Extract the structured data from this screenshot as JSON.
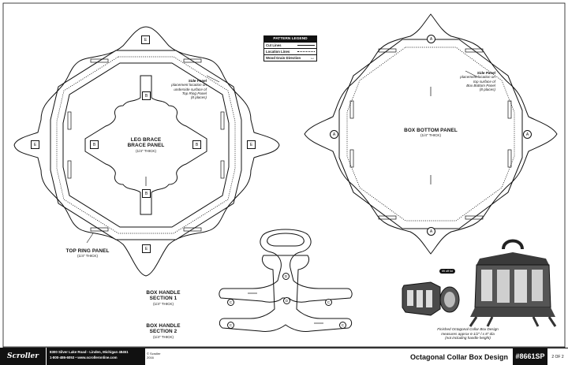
{
  "legend": {
    "title": "PATTERN LEGEND",
    "rows": [
      "Cut Lines",
      "Location Lines",
      "Wood Grain Direction"
    ]
  },
  "parts": {
    "leg_brace": {
      "title1": "LEG BRACE",
      "title2": "BRACE PANEL",
      "thickness": "(1/4\" THICK)"
    },
    "top_ring": {
      "title": "TOP RING PANEL",
      "thickness": "(1/4\" THICK)"
    },
    "box_bottom": {
      "title": "BOX BOTTOM PANEL",
      "thickness": "(1/4\" THICK)"
    },
    "handle1": {
      "title1": "BOX HANDLE",
      "title2": "SECTION 1",
      "thickness": "(1/4\" THICK)"
    },
    "handle2": {
      "title1": "BOX HANDLE",
      "title2": "SECTION 2",
      "thickness": "(1/4\" THICK)"
    }
  },
  "notes": {
    "side_panel_top": {
      "title": "Side Panel",
      "l1": "placement location on",
      "l2": "underside surface of",
      "l3": "Top Ring Panel",
      "l4": "(8 places)"
    },
    "side_panel_bottom": {
      "title": "Side Panel",
      "l1": "placement location on",
      "l2": "top surface of",
      "l3": "Box Bottom Panel",
      "l4": "(8 places)"
    }
  },
  "markers": {
    "a": "A",
    "b": "B",
    "c": "C",
    "d": "D",
    "e": "E"
  },
  "photo": {
    "badge": "lift off lid",
    "caption_l1": "Finished Octagonal Collar Box Design",
    "caption_l2": "measures approx 6-1/2\" l x 8\" dia",
    "caption_l3": "(not including handle height)"
  },
  "footer": {
    "logo": "Scroller",
    "address": "8300 Silver Lake Road - Linden, Michigan 48451",
    "contact": "1-800-486-6053 • www.scrolleronline.com",
    "copyright1": "© Scroller",
    "copyright2": "2016",
    "title": "Octagonal Collar Box Design",
    "number": "#8661SP",
    "page": "2 OF 2"
  }
}
